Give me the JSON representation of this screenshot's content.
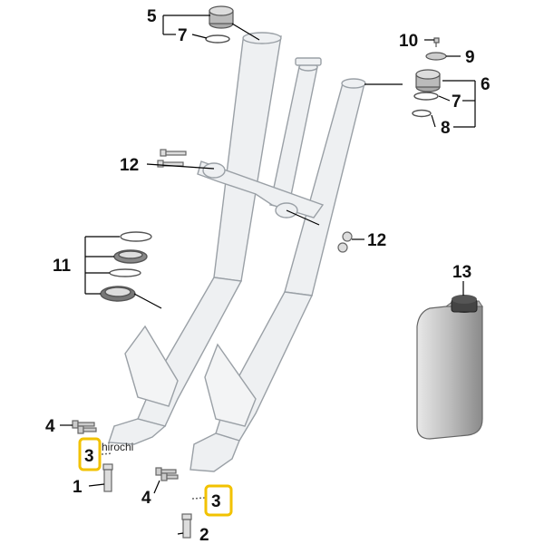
{
  "labels": {
    "l1": "1",
    "l2": "2",
    "l3a": "3",
    "l3b": "3",
    "l4a": "4",
    "l4b": "4",
    "l5": "5",
    "l6": "6",
    "l7a": "7",
    "l7b": "7",
    "l8": "8",
    "l9": "9",
    "l10": "10",
    "l11": "11",
    "l12a": "12",
    "l12b": "12",
    "l13": "13"
  },
  "watermark": "hirochi",
  "colors": {
    "highlight": "#f2c200",
    "part_outline": "#9aa0a6",
    "part_fill": "#eef0f2",
    "leader": "#000000"
  }
}
